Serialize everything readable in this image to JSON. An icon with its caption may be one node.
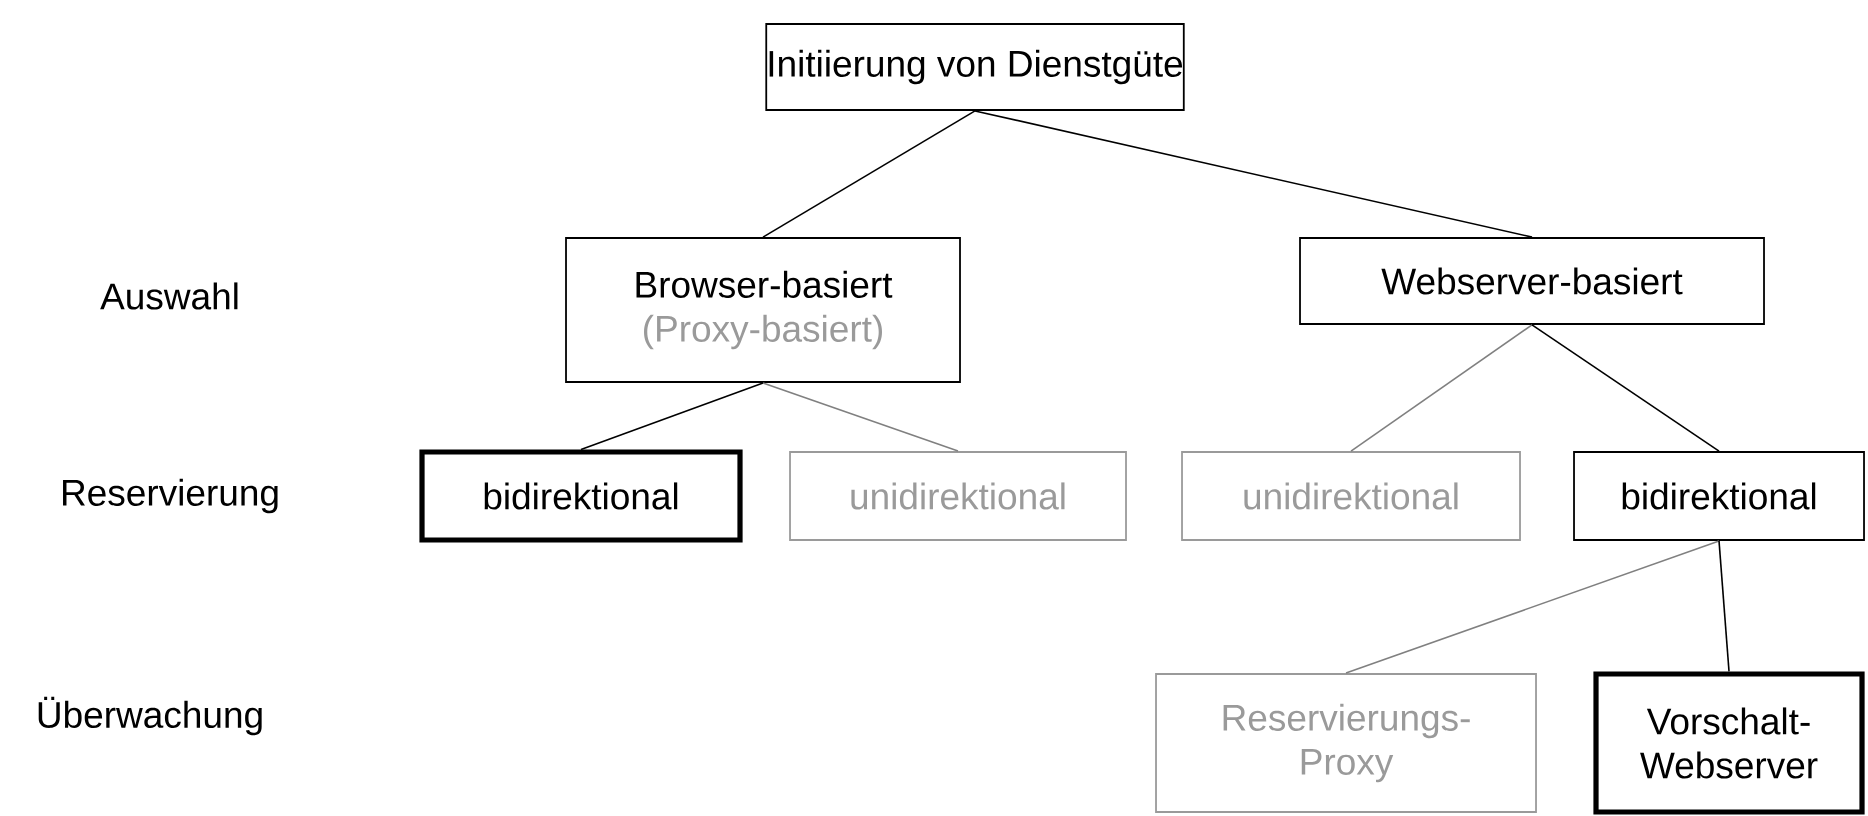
{
  "diagram": {
    "nodes": [
      {
        "text": [
          "Initiierung von Dienstgüte"
        ]
      },
      {
        "text": [
          "Browser-basiert",
          "(Proxy-basiert)"
        ]
      },
      {
        "text": [
          "Webserver-basiert"
        ]
      },
      {
        "text": [
          "bidirektional"
        ]
      },
      {
        "text": [
          "unidirektional"
        ]
      },
      {
        "text": [
          "unidirektional"
        ]
      },
      {
        "text": [
          "bidirektional"
        ]
      },
      {
        "text": [
          "Reservierungs- Proxy"
        ]
      },
      {
        "text": [
          "Vorschalt- Webserver"
        ]
      }
    ],
    "edges": [
      {
        "from": 0,
        "to": 1,
        "arrow": "none"
      },
      {
        "from": 0,
        "to": 2,
        "arrow": "none"
      },
      {
        "from": 1,
        "to": 3,
        "arrow": "none"
      },
      {
        "from": 1,
        "to": 4,
        "arrow": "none",
        "color": "#808080"
      },
      {
        "from": 2,
        "to": 5,
        "arrow": "none",
        "color": "#808080"
      },
      {
        "from": 2,
        "to": 6,
        "arrow": "none"
      },
      {
        "from": 6,
        "to": 7,
        "arrow": "none",
        "color": "#808080"
      },
      {
        "from": 6,
        "to": 8,
        "arrow": "none"
      }
    ],
    "labels": [
      "Auswahl",
      "Reservierung",
      "Überwachung"
    ]
  }
}
